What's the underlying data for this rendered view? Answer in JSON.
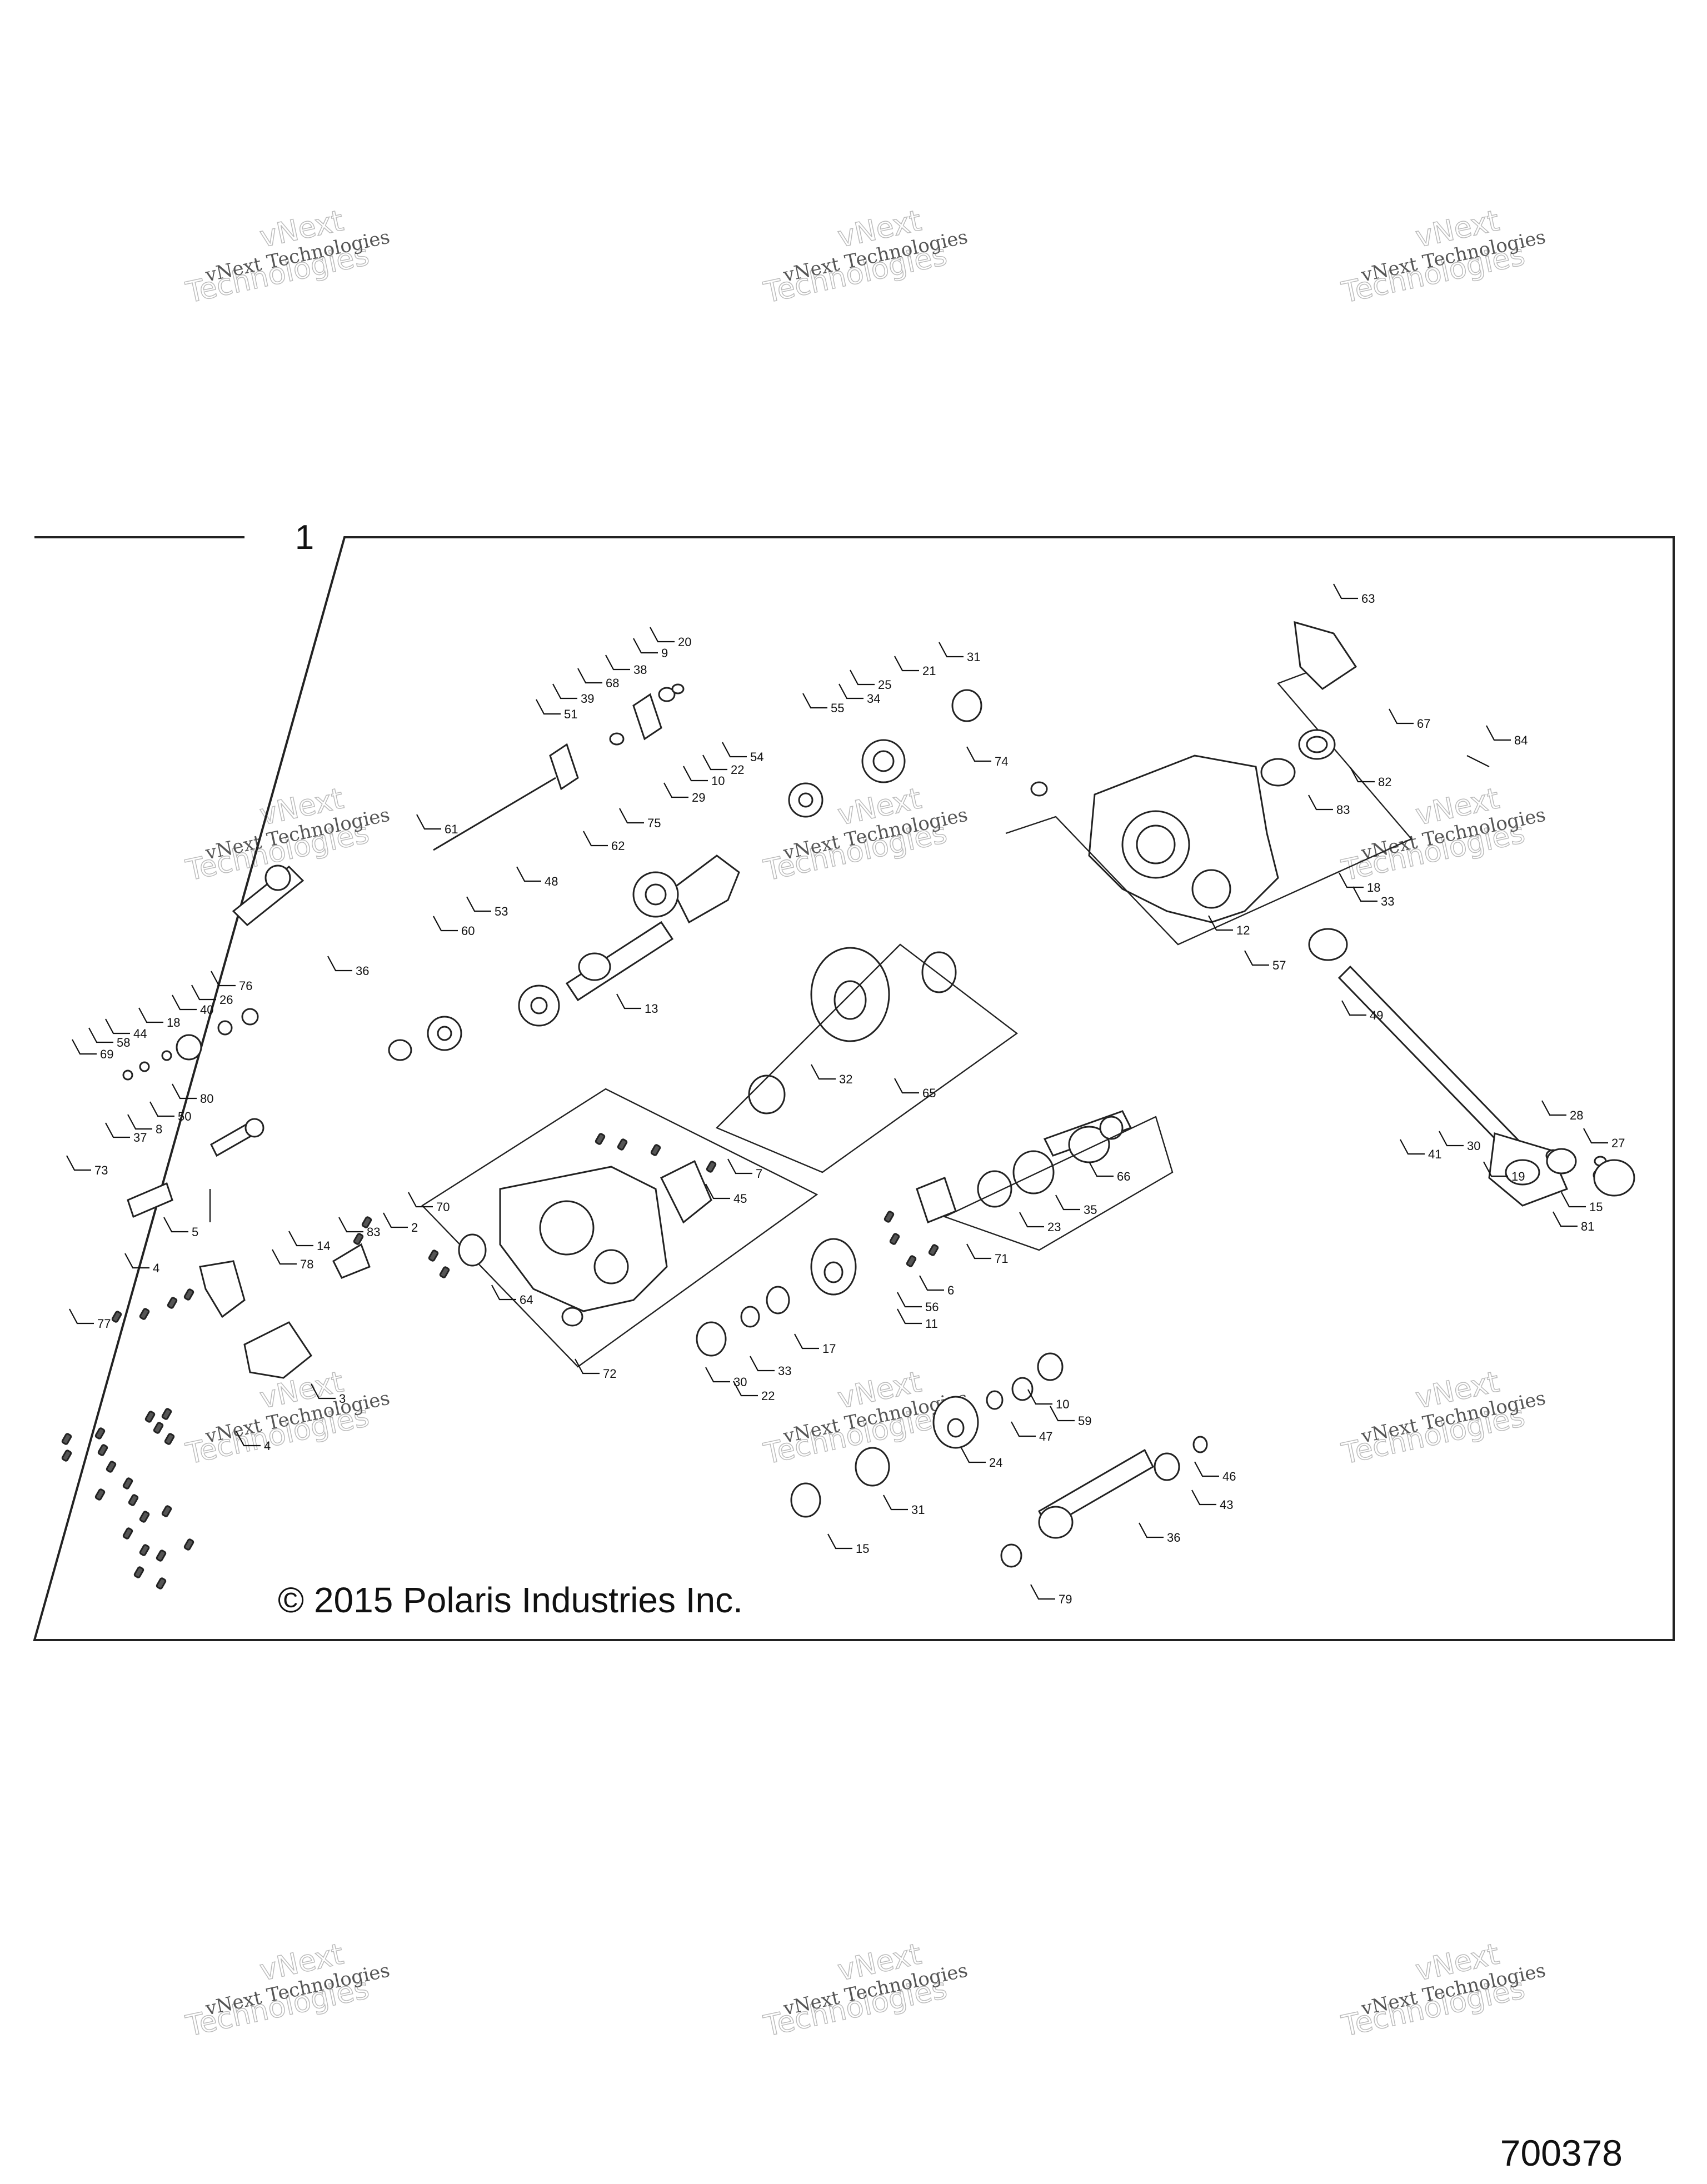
{
  "kit_number": "1",
  "figure_number": "700378",
  "copyright": "© 2015 Polaris Industries Inc.",
  "watermark": {
    "line1": "vNext Technologies",
    "line2": "Technologies",
    "line3": "vNext"
  },
  "icons": {
    "case_half": "gearbox-case-icon",
    "gear": "gear-icon",
    "bearing": "bearing-ring-icon",
    "bolt": "bolt-icon",
    "shaft": "shaft-icon",
    "bracket": "bracket-icon"
  },
  "callouts": [
    "63",
    "84",
    "67",
    "82",
    "83",
    "74",
    "18",
    "33",
    "12",
    "57",
    "49",
    "28",
    "27",
    "41",
    "30",
    "19",
    "15",
    "81",
    "20",
    "9",
    "38",
    "68",
    "39",
    "51",
    "61",
    "31",
    "21",
    "25",
    "34",
    "55",
    "54",
    "22",
    "10",
    "29",
    "75",
    "62",
    "48",
    "53",
    "60",
    "36",
    "32",
    "65",
    "66",
    "35",
    "23",
    "71",
    "13",
    "45",
    "7",
    "6",
    "56",
    "11",
    "17",
    "33",
    "30",
    "22",
    "10",
    "59",
    "47",
    "24",
    "31",
    "15",
    "36",
    "43",
    "46",
    "79",
    "76",
    "26",
    "40",
    "18",
    "44",
    "58",
    "69",
    "80",
    "50",
    "8",
    "37",
    "73",
    "5",
    "4",
    "77",
    "78",
    "14",
    "83",
    "2",
    "70",
    "64",
    "72",
    "3",
    "4"
  ]
}
